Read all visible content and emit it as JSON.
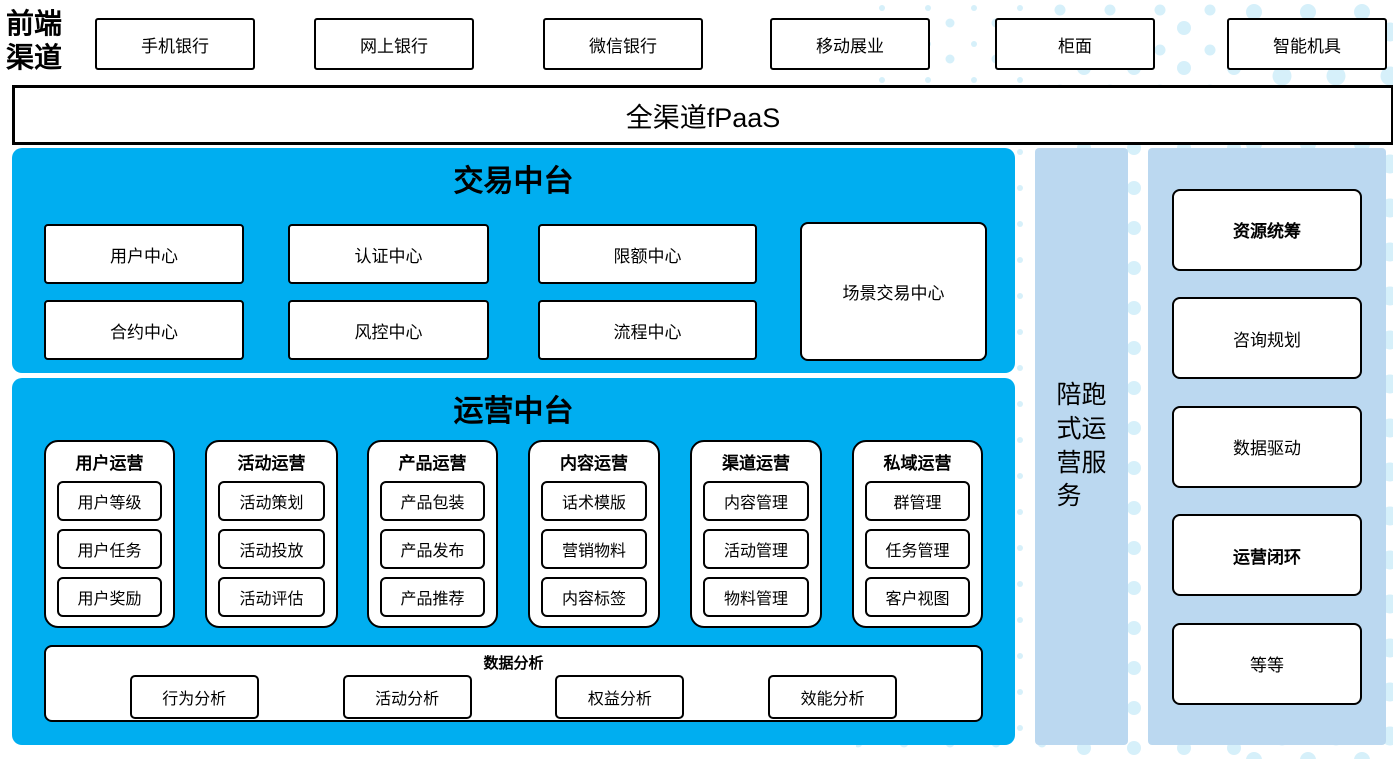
{
  "colors": {
    "platform_cyan": "#00AEF0",
    "side_panel_blue": "#BBD8F0",
    "dot_decoration_blue": "#D6F0FA",
    "box_border": "#000000",
    "box_fill": "#FFFFFF"
  },
  "header": {
    "label": "前端\n渠道",
    "channels": [
      "手机银行",
      "网上银行",
      "微信银行",
      "移动展业",
      "柜面",
      "智能机具"
    ]
  },
  "fpaas_bar": {
    "label": "全渠道fPaaS"
  },
  "transaction_platform": {
    "title": "交易中台",
    "centers_row1": [
      "用户中心",
      "认证中心",
      "限额中心"
    ],
    "centers_row2": [
      "合约中心",
      "风控中心",
      "流程中心"
    ],
    "scene_center": "场景交易中心"
  },
  "operation_platform": {
    "title": "运营中台",
    "columns": [
      {
        "title": "用户运营",
        "items": [
          "用户等级",
          "用户任务",
          "用户奖励"
        ]
      },
      {
        "title": "活动运营",
        "items": [
          "活动策划",
          "活动投放",
          "活动评估"
        ]
      },
      {
        "title": "产品运营",
        "items": [
          "产品包装",
          "产品发布",
          "产品推荐"
        ]
      },
      {
        "title": "内容运营",
        "items": [
          "话术模版",
          "营销物料",
          "内容标签"
        ]
      },
      {
        "title": "渠道运营",
        "items": [
          "内容管理",
          "活动管理",
          "物料管理"
        ]
      },
      {
        "title": "私域运营",
        "items": [
          "群管理",
          "任务管理",
          "客户视图"
        ]
      }
    ],
    "data_analysis": {
      "title": "数据分析",
      "items": [
        "行为分析",
        "活动分析",
        "权益分析",
        "效能分析"
      ]
    }
  },
  "companion_service": {
    "label": "陪跑\n式运\n营服\n务"
  },
  "right_panel": {
    "items": [
      {
        "label": "资源统筹",
        "bold": true
      },
      {
        "label": "咨询规划",
        "bold": false
      },
      {
        "label": "数据驱动",
        "bold": false
      },
      {
        "label": "运营闭环",
        "bold": true
      },
      {
        "label": "等等",
        "bold": false
      }
    ]
  }
}
